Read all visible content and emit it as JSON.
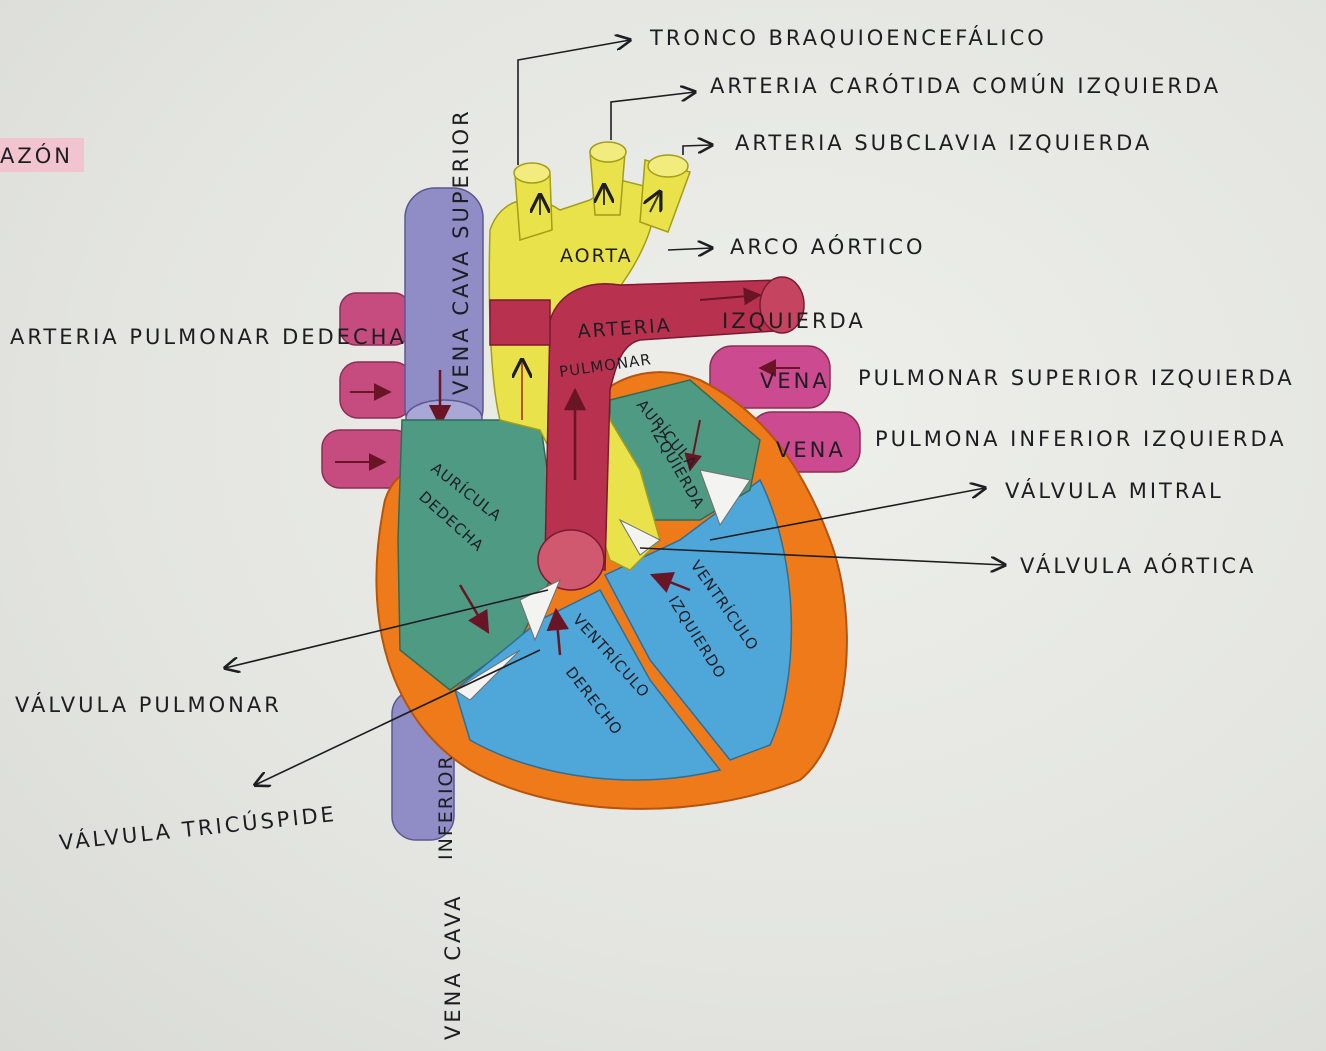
{
  "header": {
    "fragment": "AZÓN"
  },
  "labels": {
    "tronco": "TRONCO BRAQUIOENCEFÁLICO",
    "carotida": "ARTERIA CARÓTIDA COMÚN IZQUIERDA",
    "subclavia": "ARTERIA SUBCLAVIA IZQUIERDA",
    "arco": "ARCO AÓRTICO",
    "aorta": "AORTA",
    "art_pulm_der": "ARTERIA PULMONAR DEDECHA",
    "art_pulm_izq_1": "ARTERIA",
    "art_pulm_izq_2": "PULMONAR",
    "art_pulm_izq_3": "IZQUIERDA",
    "vena_pulm_sup_1": "VENA",
    "vena_pulm_sup_2": "PULMONAR SUPERIOR IZQUIERDA",
    "vena_pulm_inf_1": "VENA",
    "vena_pulm_inf_2": "PULMONA INFERIOR IZQUIERDA",
    "valvula_mitral": "VÁLVULA MITRAL",
    "valvula_aortica": "VÁLVULA AÓRTICA",
    "valvula_pulmonar": "VÁLVULA PULMONAR",
    "valvula_tricuspide": "VÁLVULA TRICÚSPIDE",
    "vena_cava_sup": "VENA CAVA SUPERIOR",
    "vena_cava_inf_1": "INFERIOR",
    "vena_cava_inf_2": "VENA CAVA",
    "auricula_der_1": "AURÍCULA",
    "auricula_der_2": "DEDECHA",
    "auricula_izq_1": "AURÍCULA",
    "auricula_izq_2": "IZQUIERDA",
    "ventriculo_der_1": "VENTRÍCULO",
    "ventriculo_der_2": "DERECHO",
    "ventriculo_izq_1": "VENTRÍCULO",
    "ventriculo_izq_2": "IZQUIERDO"
  },
  "colors": {
    "aorta": "#e9e24a",
    "pulmonary_artery": "#b8324f",
    "pulmonary_vein": "#cc4a8f",
    "vena_cava": "#8f8cc6",
    "right_atrium": "#4f9a82",
    "left_atrium": "#4f9a82",
    "ventricles": "#4ea6d9",
    "myocardium": "#ef7a1a",
    "highlight": "#f2c4cf"
  }
}
